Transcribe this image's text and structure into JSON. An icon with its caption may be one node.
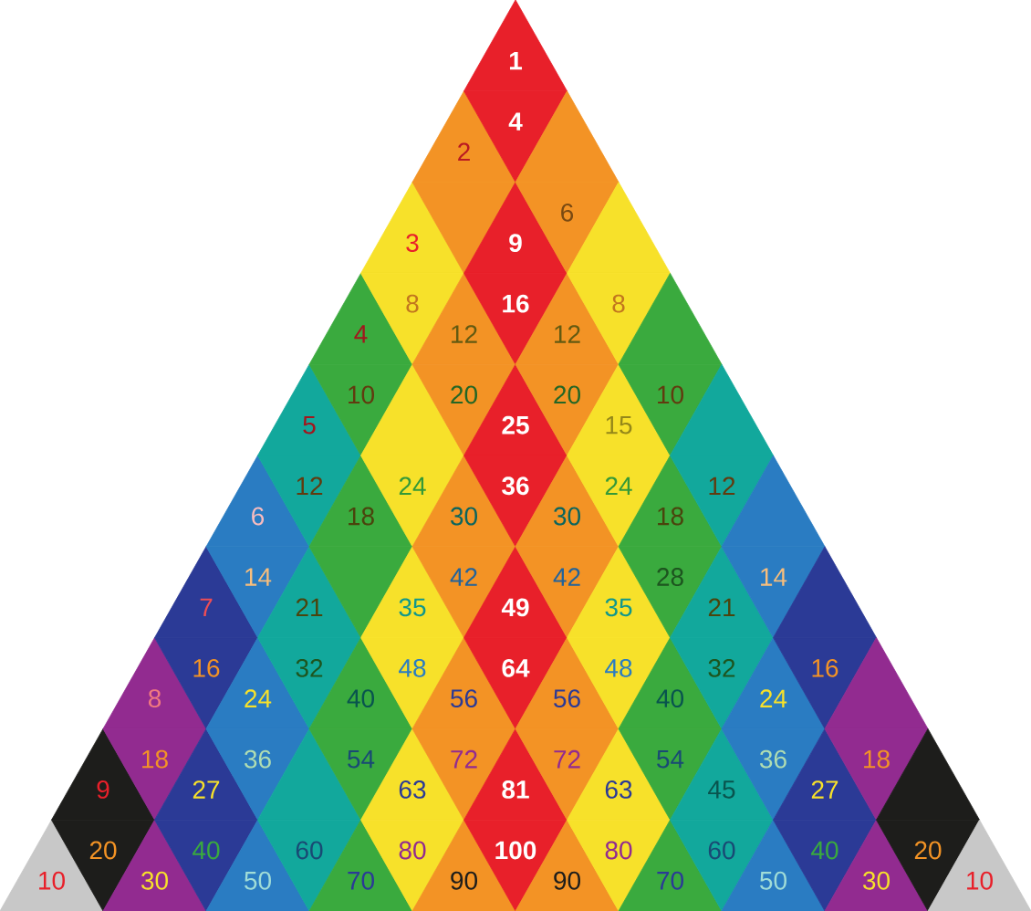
{
  "diagram": {
    "nodes": [
      {
        "text": [
          "1"
        ]
      },
      {
        "text": [
          "2"
        ]
      },
      {
        "text": [
          "4"
        ]
      },
      {
        "text": [],
        "shape": "triangle"
      },
      {
        "text": [
          "3"
        ]
      },
      {
        "text": [],
        "shape": "triangle"
      },
      {
        "text": [
          "9"
        ]
      },
      {
        "text": [
          "6"
        ]
      },
      {
        "text": [],
        "shape": "triangle"
      },
      {
        "text": [
          "4"
        ]
      },
      {
        "text": [
          "8"
        ]
      },
      {
        "text": [
          "12"
        ]
      },
      {
        "text": [
          "16"
        ]
      },
      {
        "text": [
          "12"
        ]
      },
      {
        "text": [
          "8"
        ]
      },
      {
        "text": [],
        "shape": "triangle"
      },
      {
        "text": [
          "5"
        ]
      },
      {
        "text": [
          "10"
        ]
      },
      {
        "text": [],
        "shape": "triangle"
      },
      {
        "text": [
          "20"
        ]
      },
      {
        "text": [
          "25"
        ]
      },
      {
        "text": [
          "20"
        ]
      },
      {
        "text": [
          "15"
        ]
      },
      {
        "text": [
          "10"
        ]
      },
      {
        "text": [],
        "shape": "triangle"
      },
      {
        "text": [
          "6"
        ]
      },
      {
        "text": [
          "12"
        ]
      },
      {
        "text": [
          "18"
        ]
      },
      {
        "text": [
          "24"
        ]
      },
      {
        "text": [
          "30"
        ]
      },
      {
        "text": [
          "36"
        ]
      },
      {
        "text": [
          "30"
        ]
      },
      {
        "text": [
          "24"
        ]
      },
      {
        "text": [
          "18"
        ]
      },
      {
        "text": [
          "12"
        ]
      },
      {
        "text": [],
        "shape": "triangle"
      },
      {
        "text": [
          "7"
        ]
      },
      {
        "text": [
          "14"
        ]
      },
      {
        "text": [
          "21"
        ]
      },
      {
        "text": [],
        "shape": "triangle"
      },
      {
        "text": [
          "35"
        ]
      },
      {
        "text": [
          "42"
        ]
      },
      {
        "text": [
          "49"
        ]
      },
      {
        "text": [
          "42"
        ]
      },
      {
        "text": [
          "35"
        ]
      },
      {
        "text": [
          "28"
        ]
      },
      {
        "text": [
          "21"
        ]
      },
      {
        "text": [
          "14"
        ]
      },
      {
        "text": [],
        "shape": "triangle"
      },
      {
        "text": [
          "8"
        ]
      },
      {
        "text": [
          "16"
        ]
      },
      {
        "text": [
          "24"
        ]
      },
      {
        "text": [
          "32"
        ]
      },
      {
        "text": [
          "40"
        ]
      },
      {
        "text": [
          "48"
        ]
      },
      {
        "text": [
          "56"
        ]
      },
      {
        "text": [
          "64"
        ]
      },
      {
        "text": [
          "56"
        ]
      },
      {
        "text": [
          "48"
        ]
      },
      {
        "text": [
          "40"
        ]
      },
      {
        "text": [
          "32"
        ]
      },
      {
        "text": [
          "24"
        ]
      },
      {
        "text": [
          "16"
        ]
      },
      {
        "text": [],
        "shape": "triangle"
      },
      {
        "text": [
          "9"
        ]
      },
      {
        "text": [
          "18"
        ]
      },
      {
        "text": [
          "27"
        ]
      },
      {
        "text": [
          "36"
        ]
      },
      {
        "text": [],
        "shape": "triangle"
      },
      {
        "text": [
          "54"
        ]
      },
      {
        "text": [
          "63"
        ]
      },
      {
        "text": [
          "72"
        ]
      },
      {
        "text": [
          "81"
        ]
      },
      {
        "text": [
          "72"
        ]
      },
      {
        "text": [
          "63"
        ]
      },
      {
        "text": [
          "54"
        ]
      },
      {
        "text": [
          "45"
        ]
      },
      {
        "text": [
          "36"
        ]
      },
      {
        "text": [
          "27"
        ]
      },
      {
        "text": [
          "18"
        ]
      },
      {
        "text": [],
        "shape": "triangle"
      },
      {
        "text": [
          "10"
        ]
      },
      {
        "text": [
          "20"
        ]
      },
      {
        "text": [
          "30"
        ]
      },
      {
        "text": [
          "40"
        ]
      },
      {
        "text": [
          "50"
        ]
      },
      {
        "text": [
          "60"
        ]
      },
      {
        "text": [
          "70"
        ]
      },
      {
        "text": [
          "80"
        ]
      },
      {
        "text": [
          "90"
        ]
      },
      {
        "text": [
          "100"
        ]
      },
      {
        "text": [
          "90"
        ]
      },
      {
        "text": [
          "80"
        ]
      },
      {
        "text": [
          "70"
        ]
      },
      {
        "text": [
          "60"
        ]
      },
      {
        "text": [
          "50"
        ]
      },
      {
        "text": [
          "40"
        ]
      },
      {
        "text": [
          "30"
        ]
      },
      {
        "text": [
          "20"
        ]
      },
      {
        "text": [
          "10"
        ]
      }
    ]
  }
}
